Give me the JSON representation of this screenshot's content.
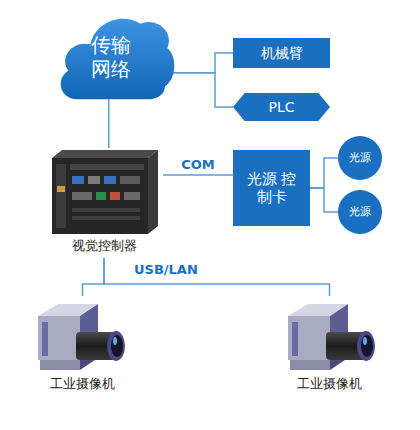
{
  "diagram": {
    "nodes": [
      {
        "text": [
          "传输 网络"
        ]
      },
      {
        "text": [
          "机械臂"
        ]
      },
      {
        "text": [
          "PLC"
        ]
      },
      {
        "text": [
          "视觉控制器"
        ]
      },
      {
        "text": [
          "光源 控制卡"
        ]
      },
      {
        "text": [
          "光源"
        ]
      },
      {
        "text": [
          "光源"
        ]
      },
      {
        "text": [
          "工业摄像机"
        ]
      },
      {
        "text": [
          "工业摄像机"
        ]
      }
    ],
    "edges": [
      {
        "from": 0,
        "to": 1,
        "arrow": "none"
      },
      {
        "from": 0,
        "to": 2,
        "arrow": "none"
      },
      {
        "from": 0,
        "to": 3,
        "arrow": "none"
      },
      {
        "from": 3,
        "to": 4,
        "label": "COM",
        "arrow": "none"
      },
      {
        "from": 4,
        "to": 5,
        "arrow": "none"
      },
      {
        "from": 4,
        "to": 6,
        "arrow": "none"
      },
      {
        "from": 3,
        "to": 7,
        "arrow": "none"
      },
      {
        "from": 3,
        "to": 8,
        "arrow": "none"
      }
    ],
    "labels": [
      "USB/LAN"
    ]
  }
}
